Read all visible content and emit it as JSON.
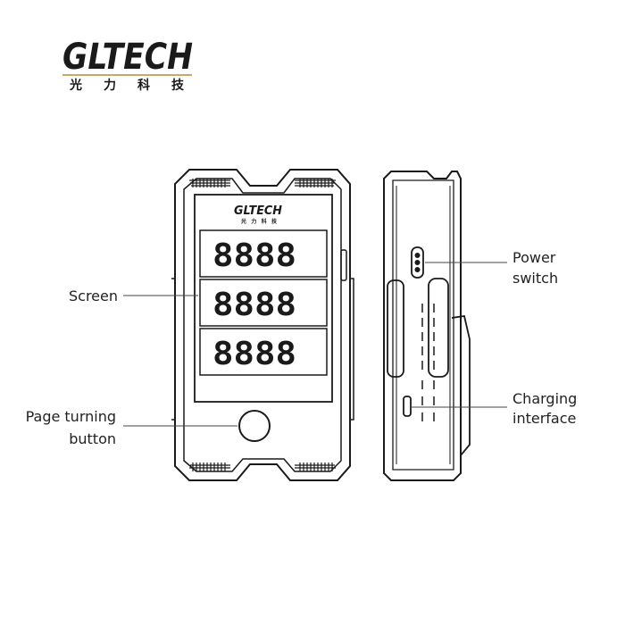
{
  "brand": {
    "name": "GLTECH",
    "chinese": "光 力 科 技",
    "device_logo": "GLTECH",
    "device_chinese": "光 力 科 技"
  },
  "display": {
    "rows": [
      "8888",
      "8888",
      "8888"
    ]
  },
  "callouts": {
    "screen": "Screen",
    "page_turning_line1": "Page turning",
    "page_turning_line2": "button",
    "power_line1": "Power",
    "power_line2": "switch",
    "charging_line1": "Charging",
    "charging_line2": "interface"
  },
  "colors": {
    "ink": "#1a1a1a",
    "logo_accent": "#c8a96a"
  }
}
